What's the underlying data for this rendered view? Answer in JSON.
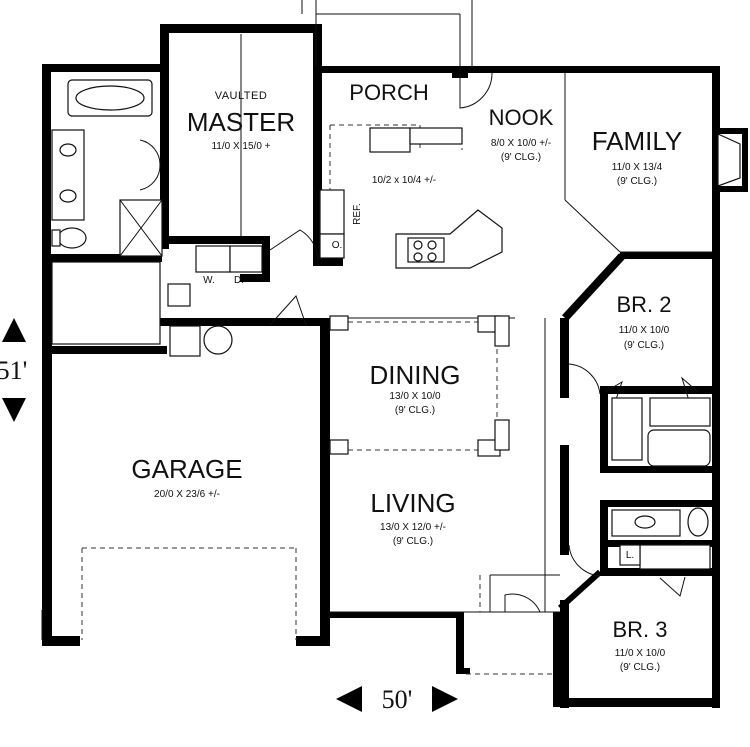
{
  "rooms": {
    "porch": {
      "name": "PORCH"
    },
    "master": {
      "note": "VAULTED",
      "name": "MASTER",
      "size": "11/0 X 15/0 +"
    },
    "nook": {
      "name": "NOOK",
      "size": "8/0 X 10/0 +/-",
      "ceiling": "(9' CLG.)"
    },
    "kitchen": {
      "size": "10/2 x 10/4 +/-",
      "ref": "REF.",
      "oven": "O."
    },
    "family": {
      "name": "FAMILY",
      "size": "11/0 X 13/4",
      "ceiling": "(9' CLG.)"
    },
    "br2": {
      "name": "BR. 2",
      "size": "11/0 X 10/0",
      "ceiling": "(9' CLG.)"
    },
    "dining": {
      "name": "DINING",
      "size": "13/0 X 10/0",
      "ceiling": "(9' CLG.)"
    },
    "garage": {
      "name": "GARAGE",
      "size": "20/0 X 23/6 +/-"
    },
    "living": {
      "name": "LIVING",
      "size": "13/0 X 12/0 +/-",
      "ceiling": "(9' CLG.)"
    },
    "br3": {
      "name": "BR. 3",
      "size": "11/0 X 10/0",
      "ceiling": "(9' CLG.)"
    },
    "laundry": {
      "washer": "W.",
      "dryer": "D."
    },
    "linen": {
      "label": "L."
    }
  },
  "dimensions": {
    "width": "50'",
    "depth": "51'"
  }
}
